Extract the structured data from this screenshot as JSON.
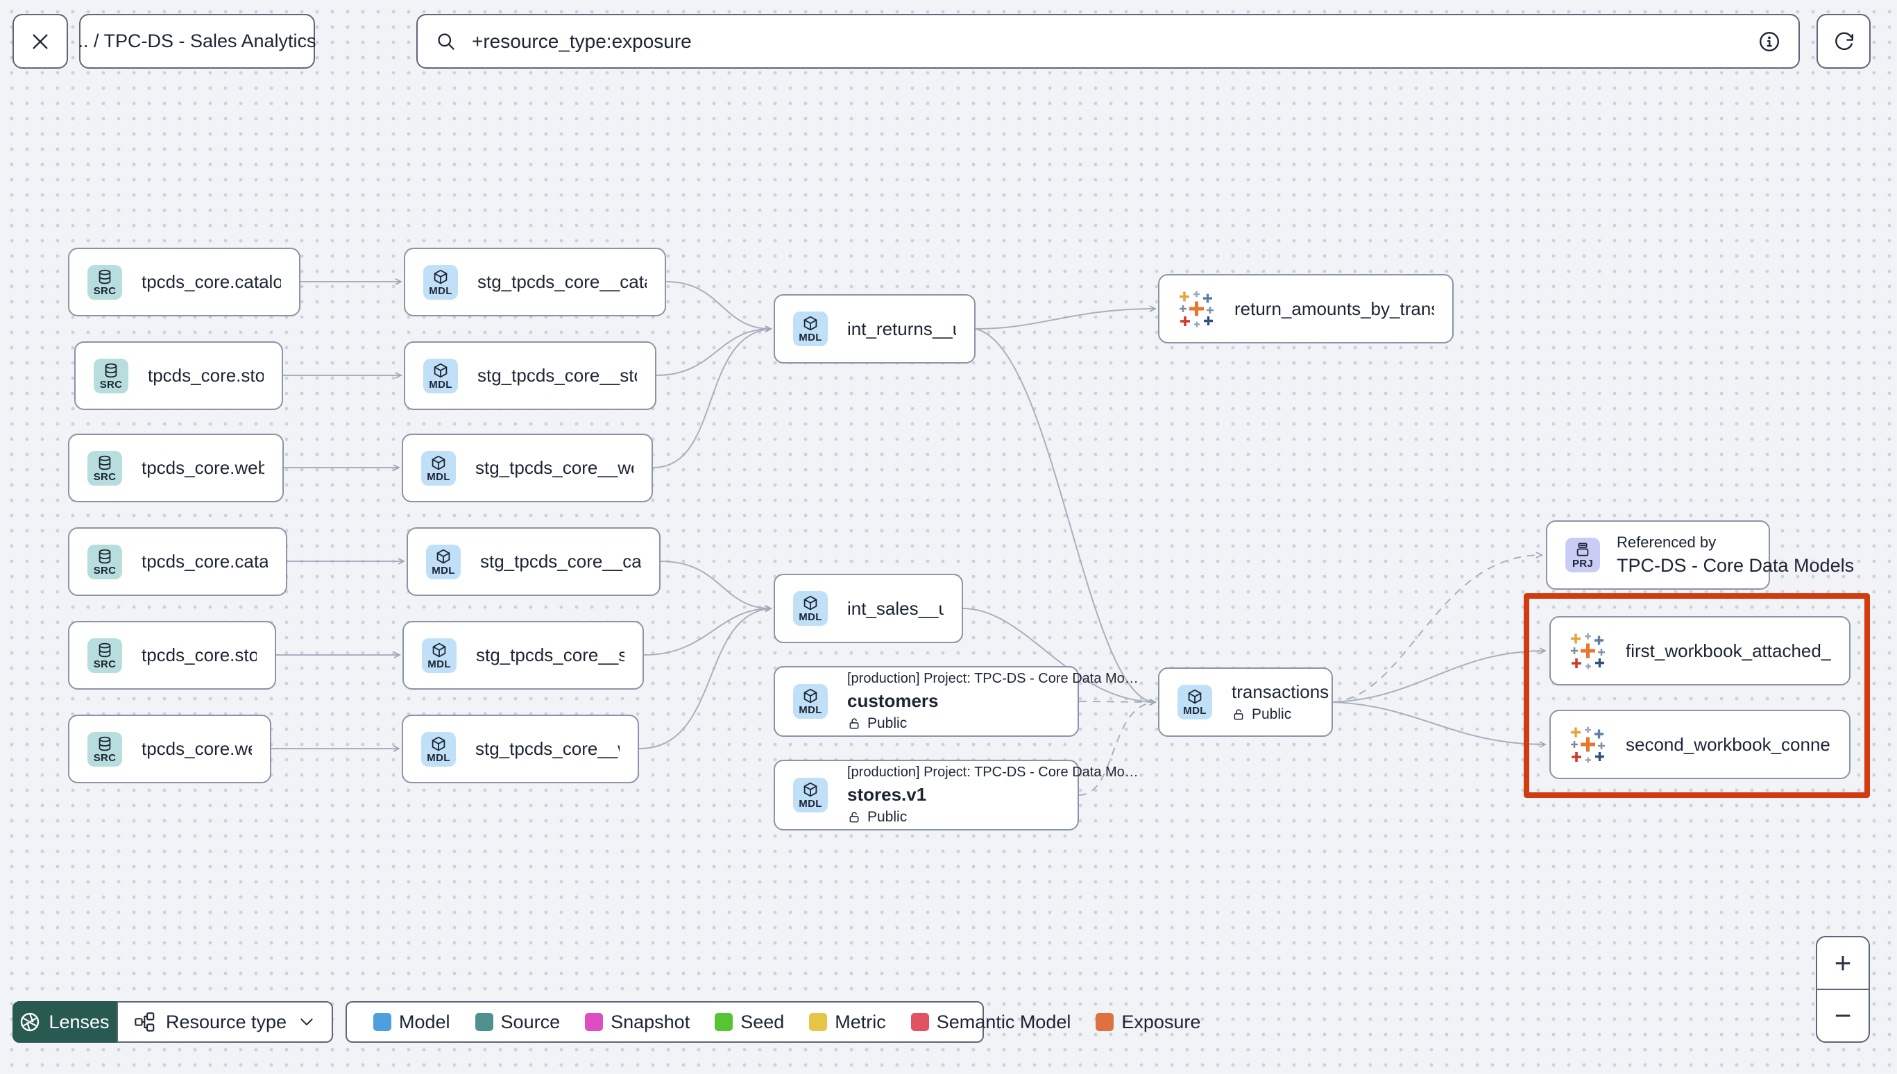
{
  "topbar": {
    "breadcrumb": ".. / TPC-DS - Sales Analytics",
    "search_value": "+resource_type:exposure"
  },
  "badges": {
    "source": "SRC",
    "model": "MDL",
    "project": "PRJ"
  },
  "graph": {
    "nodes": [
      {
        "label": "tpcds_core.catalog_returns",
        "type": "source"
      },
      {
        "label": "tpcds_core.store_returns",
        "type": "source"
      },
      {
        "label": "tpcds_core.web_returns",
        "type": "source"
      },
      {
        "label": "tpcds_core.catalog_sales",
        "type": "source"
      },
      {
        "label": "tpcds_core.store_sales",
        "type": "source"
      },
      {
        "label": "tpcds_core.web_sales",
        "type": "source"
      },
      {
        "label": "stg_tpcds_core__catalog_returns",
        "type": "model"
      },
      {
        "label": "stg_tpcds_core__store_returns",
        "type": "model"
      },
      {
        "label": "stg_tpcds_core__web_returns",
        "type": "model"
      },
      {
        "label": "stg_tpcds_core__catalog_sales",
        "type": "model"
      },
      {
        "label": "stg_tpcds_core__store_sales",
        "type": "model"
      },
      {
        "label": "stg_tpcds_core__web_sales",
        "type": "model"
      },
      {
        "label": "int_returns__unioned",
        "type": "model"
      },
      {
        "label": "return_amounts_by_transaction_type",
        "type": "exposure"
      },
      {
        "label": "int_sales__unioned",
        "type": "model"
      },
      {
        "sup": "[production] Project: TPC-DS - Core Data Mo…",
        "label": "customers",
        "visibility": "Public",
        "type": "model"
      },
      {
        "sup": "[production] Project: TPC-DS - Core Data Mo…",
        "label": "stores.v1",
        "visibility": "Public",
        "type": "model"
      },
      {
        "label": "transactions",
        "visibility": "Public",
        "type": "model"
      },
      {
        "sup": "Referenced by",
        "label": "TPC-DS - Core Data Models",
        "type": "project"
      },
      {
        "label": "first_workbook_attached_to_tpc-ds_-_…",
        "type": "exposure"
      },
      {
        "label": "second_workbook_connected_to_live…",
        "type": "exposure"
      }
    ]
  },
  "controls": {
    "lenses": "Lenses",
    "resource_type": "Resource type",
    "zoom_in": "+",
    "zoom_out": "−"
  },
  "legend": {
    "items": [
      {
        "label": "Model",
        "color": "#4d9fdf"
      },
      {
        "label": "Source",
        "color": "#4f918f"
      },
      {
        "label": "Snapshot",
        "color": "#de4ec2"
      },
      {
        "label": "Seed",
        "color": "#56c433"
      },
      {
        "label": "Metric",
        "color": "#e5c646"
      },
      {
        "label": "Semantic Model",
        "color": "#e15360"
      },
      {
        "label": "Exposure",
        "color": "#df7140"
      }
    ]
  }
}
